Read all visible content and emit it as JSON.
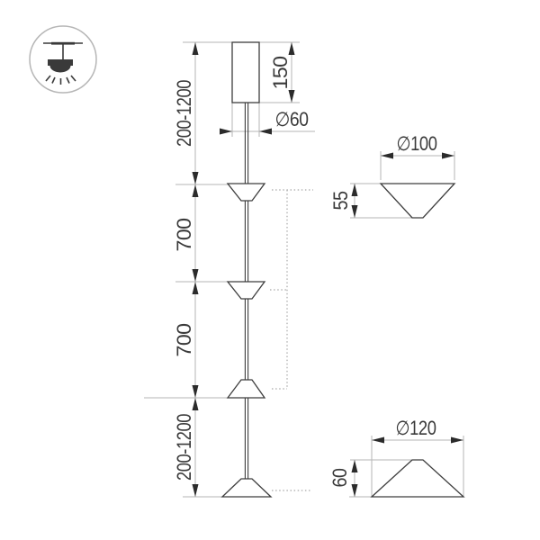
{
  "icons": {
    "pendant_lamp": "ceiling-pendant-lamp-icon"
  },
  "drawing": {
    "front_view": {
      "dim_suspension_top": "200-1200",
      "dim_canopy_height": "150",
      "dim_canopy_diameter": "∅60",
      "dim_spacing_upper": "700",
      "dim_spacing_lower": "700",
      "dim_suspension_bottom": "200-1200"
    },
    "detail_shade_small": {
      "dim_diameter": "∅100",
      "dim_height": "55"
    },
    "detail_shade_large": {
      "dim_diameter": "∅120",
      "dim_height": "60"
    },
    "colors": {
      "outline": "#3d3d3d",
      "dimension_line": "#b5b5b5",
      "arrow": "#2b2b2b",
      "text": "#3a3a3a",
      "dotted_line": "#a8a8a8",
      "icon_circle_border": "#b6b6b6",
      "background": "#ffffff"
    }
  }
}
